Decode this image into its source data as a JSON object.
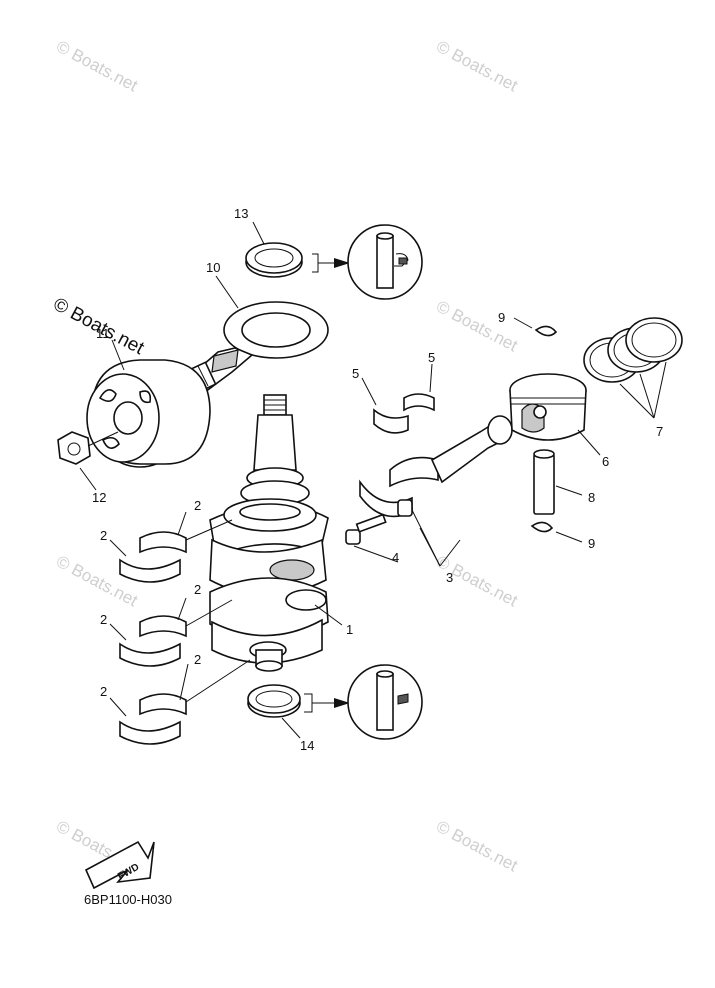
{
  "diagram": {
    "part_code": "6BP1100-H030",
    "watermark_text": "© Boats.net",
    "fwd_label": "FWD",
    "callouts": [
      "1",
      "2",
      "2",
      "2",
      "2",
      "2",
      "2",
      "3",
      "4",
      "5",
      "5",
      "6",
      "7",
      "8",
      "9",
      "9",
      "10",
      "11",
      "12",
      "13",
      "14"
    ]
  },
  "colors": {
    "line": "#111111",
    "watermark": "#cfcfcf",
    "background": "#ffffff"
  }
}
